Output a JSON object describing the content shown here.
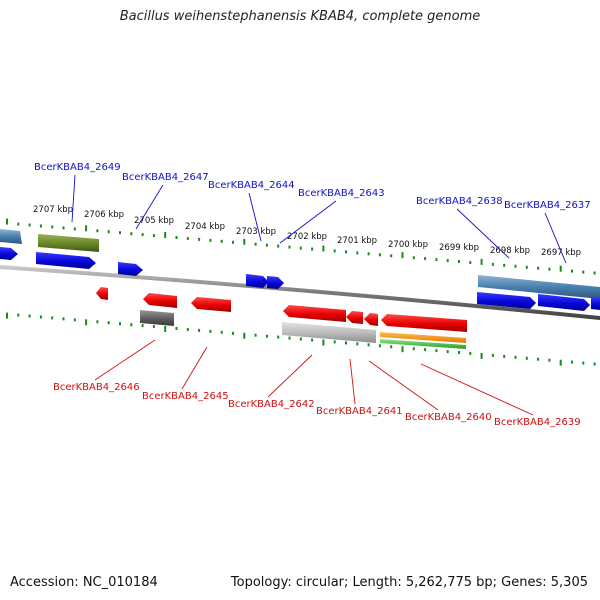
{
  "title": "Bacillus weihenstephanensis KBAB4, complete genome",
  "footer": {
    "accession": "Accession: NC_010184",
    "stats": "Topology: circular; Length: 5,262,775 bp; Genes: 5,305"
  },
  "colors": {
    "forward": "#1010e0",
    "reverse": "#ee1111",
    "top_label": "#1010cc",
    "bottom_label": "#cc1111",
    "tick": "#1a8a1a",
    "axis": "#777777"
  },
  "ruler_labels": [
    "2707 kbp",
    "2706 kbp",
    "2705 kbp",
    "2704 kbp",
    "2703 kbp",
    "2702 kbp",
    "2701 kbp",
    "2700 kbp",
    "2699 kbp",
    "2698 kbp",
    "2697 kbp"
  ],
  "top_labels": [
    "BcerKBAB4_2649",
    "BcerKBAB4_2647",
    "BcerKBAB4_2644",
    "BcerKBAB4_2643",
    "BcerKBAB4_2638",
    "BcerKBAB4_2637"
  ],
  "bottom_labels": [
    "BcerKBAB4_2646",
    "BcerKBAB4_2645",
    "BcerKBAB4_2642",
    "BcerKBAB4_2641",
    "BcerKBAB4_2640",
    "BcerKBAB4_2639"
  ]
}
